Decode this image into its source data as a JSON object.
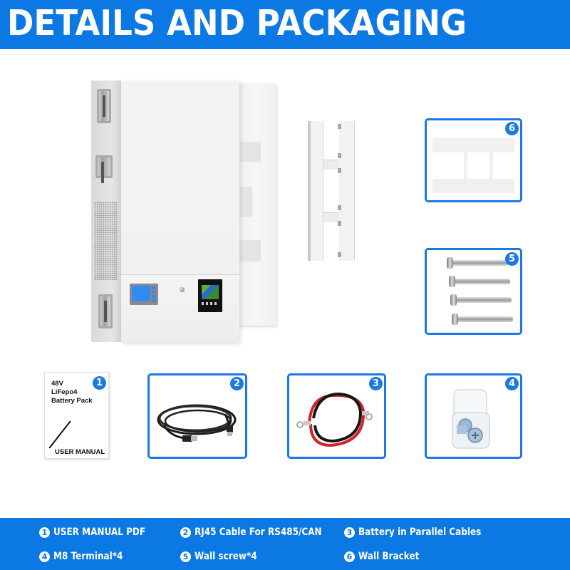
{
  "header": {
    "title": "DETAILS AND PACKAGING",
    "background": "#0b78e3"
  },
  "product": {
    "name": "battery-unit",
    "label": "48V LiFepo4 Battery Pack"
  },
  "items": [
    {
      "number": "1",
      "label": "USER MANUAL PDF",
      "image": "user-manual"
    },
    {
      "number": "2",
      "label": "RJ45 Cable For RS485/CAN",
      "image": "rj45-cable"
    },
    {
      "number": "3",
      "label": "Battery in Parallel Cables",
      "image": "parallel-cables"
    },
    {
      "number": "4",
      "label": "M8 Terminal*4",
      "image": "m8-terminals"
    },
    {
      "number": "5",
      "label": "Wall screw*4",
      "image": "wall-screws"
    },
    {
      "number": "6",
      "label": "Wall Bracket",
      "image": "wall-bracket"
    }
  ],
  "manual": {
    "line1": "48V",
    "line2": "LiFepo4",
    "line3": "Battery Pack",
    "footer": "USER MANUAL"
  },
  "colors": {
    "accent": "#0b78e3",
    "box_border": "#1a79e6",
    "text_on_accent": "#ffffff"
  }
}
